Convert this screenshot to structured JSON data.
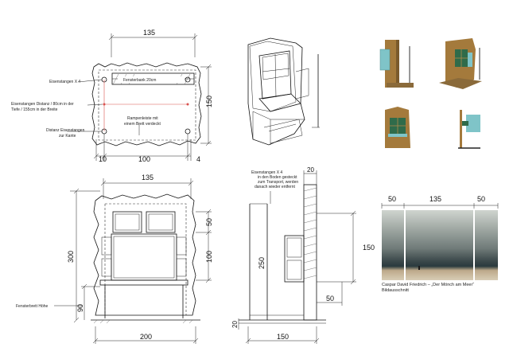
{
  "plan_top": {
    "dim_width_top": "135",
    "dim_height": "150",
    "dim_left": "10",
    "dim_mid": "100",
    "dim_right": "4",
    "label_bars": "Eisenstangen X 4",
    "label_windowsill": "Fensterbank 20cm",
    "label_distance": "Eisenstangen Distanz / 80cm in der Tiefe / 155cm in der Breite",
    "label_distance_edge": "Distanz Eisenstangen zur Kante",
    "label_ramp": "Rampenleiste mit einem Brett verdeckt"
  },
  "elevation_front": {
    "dim_top": "135",
    "dim_height": "300",
    "dim_upper": "50",
    "dim_window": "100",
    "dim_sill": "90",
    "dim_bottom": "200",
    "label_sill_height": "Fensterbrett Höhe"
  },
  "elevation_side": {
    "dim_top": "20",
    "dim_bar_height": "250",
    "dim_box": "150",
    "dim_depth": "50",
    "dim_floor": "20",
    "dim_bottom": "150",
    "label_bars_floor": "Eisenstangen X 4 in den Boden gesteckt zum Transport, werden danach wieder entfernt"
  },
  "painting": {
    "dim_left": "50",
    "dim_center": "135",
    "dim_right": "50",
    "caption_line1": "Caspar David Friedrich – „Der Mönch am Meer“",
    "caption_line2": "Bildausschnitt"
  },
  "colors": {
    "wood": "#a47a3c",
    "glass": "#7fc4c8",
    "green_window": "#2f6b4a",
    "sky": "#6f7a78",
    "sea": "#2a3a3e",
    "sand": "#bda98a"
  }
}
